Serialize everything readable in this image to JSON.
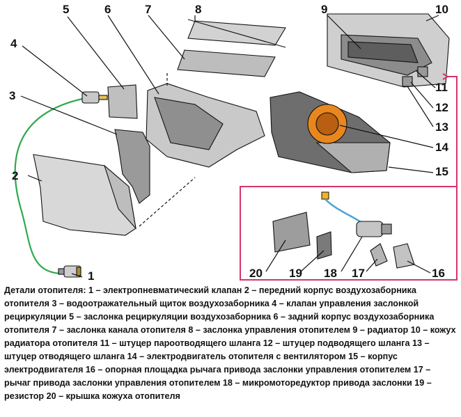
{
  "callouts": [
    "1",
    "2",
    "3",
    "4",
    "5",
    "6",
    "7",
    "8",
    "9",
    "10",
    "11",
    "12",
    "13",
    "14",
    "15",
    "16",
    "17",
    "18",
    "19",
    "20"
  ],
  "caption": "Детали отопителя: 1 – электропневматический клапан 2 – передний корпус воздухозаборника отопителя 3 – водоотражательный щиток воздухозаборника 4 – клапан управления заслонкой рециркуляции 5 – заслонка рециркуляции воздухозаборника 6 – задний корпус воздухозаборника отопителя 7 – заслонка канала отопителя 8 – заслонка управления отопителем 9 – радиатор 10 – кожух радиатора отопителя 11 – штуцер пароотводящего шланга 12 – штуцер подводящего шланга 13 – штуцер отводящего шланга 14 – электродвигатель отопителя с вентилятором 15 – корпус электродвигателя 16 – опорная площадка рычага привода заслонки управления отопителем 17 – рычаг привода заслонки управления отопителем 18 – микромоторедуктор привода заслонки 19 – резистор 20 – крышка кожуха отопителя",
  "colors": {
    "inset_frame": "#d6336c",
    "hose": "#2fa84f",
    "motor": "#e8871e",
    "connector": "#f0b323",
    "hose_blue": "#4ea3d8"
  }
}
